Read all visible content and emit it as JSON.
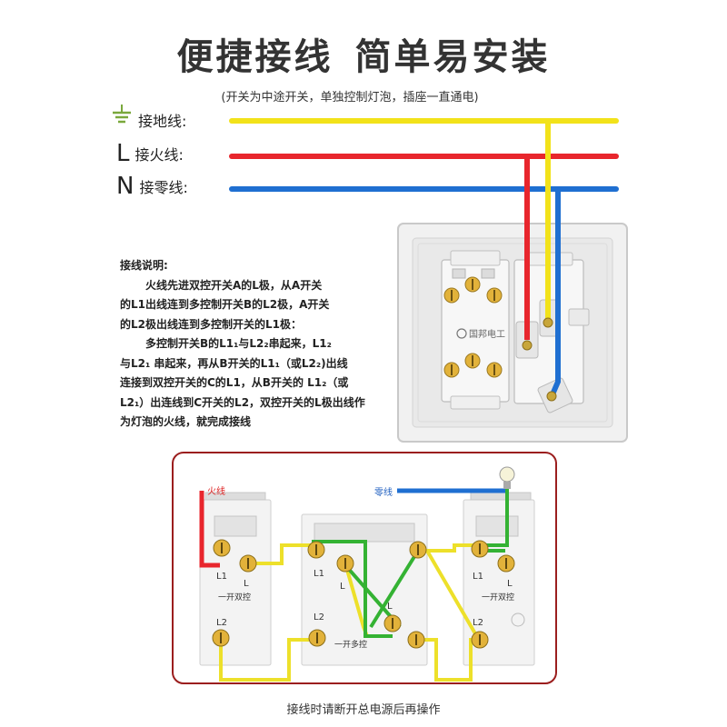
{
  "header": {
    "title_part1": "便捷接线",
    "title_part2": "简单易安装",
    "subtitle": "(开关为中途开关，单独控制灯泡，插座一直通电)"
  },
  "wires": {
    "ground_label": "接地线:",
    "live_symbol": "L",
    "live_label": "接火线:",
    "neutral_symbol": "N",
    "neutral_label": "接零线:",
    "colors": {
      "ground": "#f2e21a",
      "live": "#e8262d",
      "neutral": "#1f6fd1"
    }
  },
  "explanation": {
    "heading": "接线说明:",
    "lines": [
      "火线先进双控开关A的L极，从A开关",
      "的L1出线连到多控制开关B的L2极，A开关",
      "的L2极出线连到多控制开关的L1极：",
      "多控制开关B的L1₁与L2₂串起来，L1₂",
      "与L2₁ 串起来，再从B开关的L1₁（或L2₂)出线",
      "连接到双控开关的C的L1，从B开关的 L1₂（或",
      "L2₁）出连线到C开关的L2，双控开关的L极出线作",
      "为灯泡的火线，就完成接线"
    ]
  },
  "socket": {
    "brand": "国邦电工"
  },
  "diagram": {
    "live_label": "火线",
    "neutral_label": "零线",
    "switch_a": {
      "t_L1": "L1",
      "t_L": "L",
      "name": "一开双控",
      "t_L2": "L2"
    },
    "switch_b": {
      "t_L1": "L1",
      "t_L": "L",
      "t_L2": "L2",
      "t_L_right": "L",
      "name": "一开多控"
    },
    "switch_c": {
      "t_L1": "L1",
      "t_L": "L",
      "name": "一开双控",
      "t_L2": "L2"
    }
  },
  "footer": {
    "note": "接线时请断开总电源后再操作"
  }
}
